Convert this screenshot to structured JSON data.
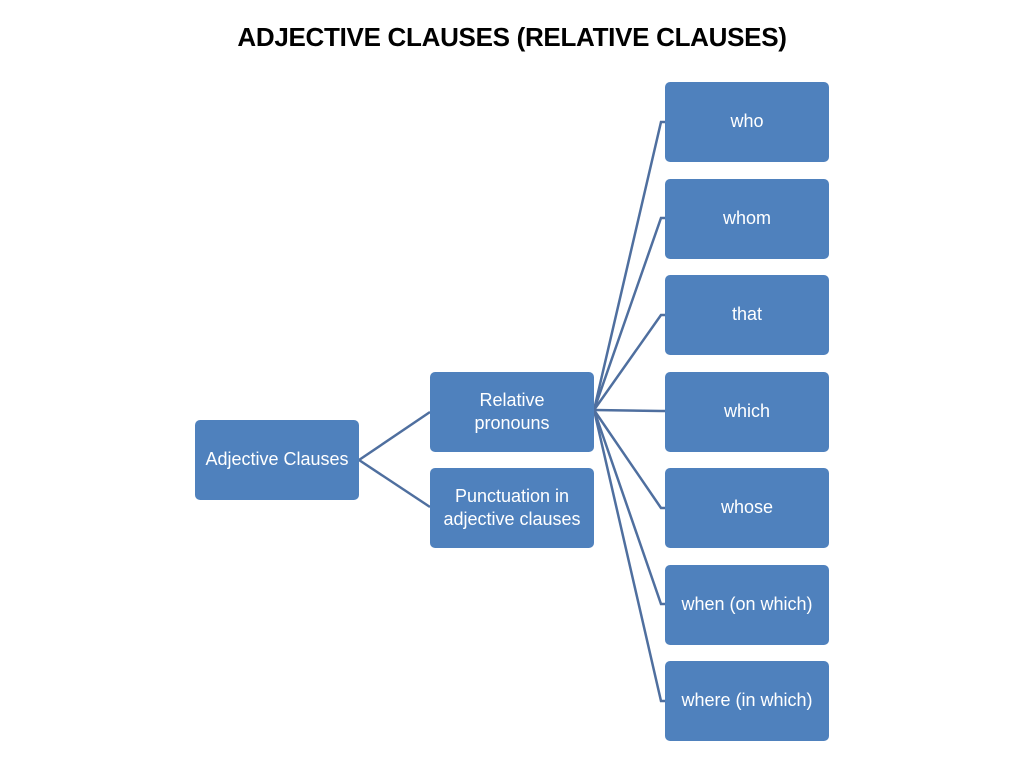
{
  "title": "ADJECTIVE CLAUSES (RELATIVE CLAUSES)",
  "colors": {
    "node_fill": "#4f81bd",
    "node_text": "#ffffff",
    "connector": "#4f6f9f"
  },
  "diagram": {
    "root": {
      "label": "Adjective Clauses"
    },
    "branches": [
      {
        "label": "Relative\npronouns",
        "children": [
          "who",
          "whom",
          "that",
          "which",
          "whose",
          "when (on which)",
          "where (in which)"
        ]
      },
      {
        "label": "Punctuation in\nadjective clauses",
        "children": []
      }
    ]
  }
}
